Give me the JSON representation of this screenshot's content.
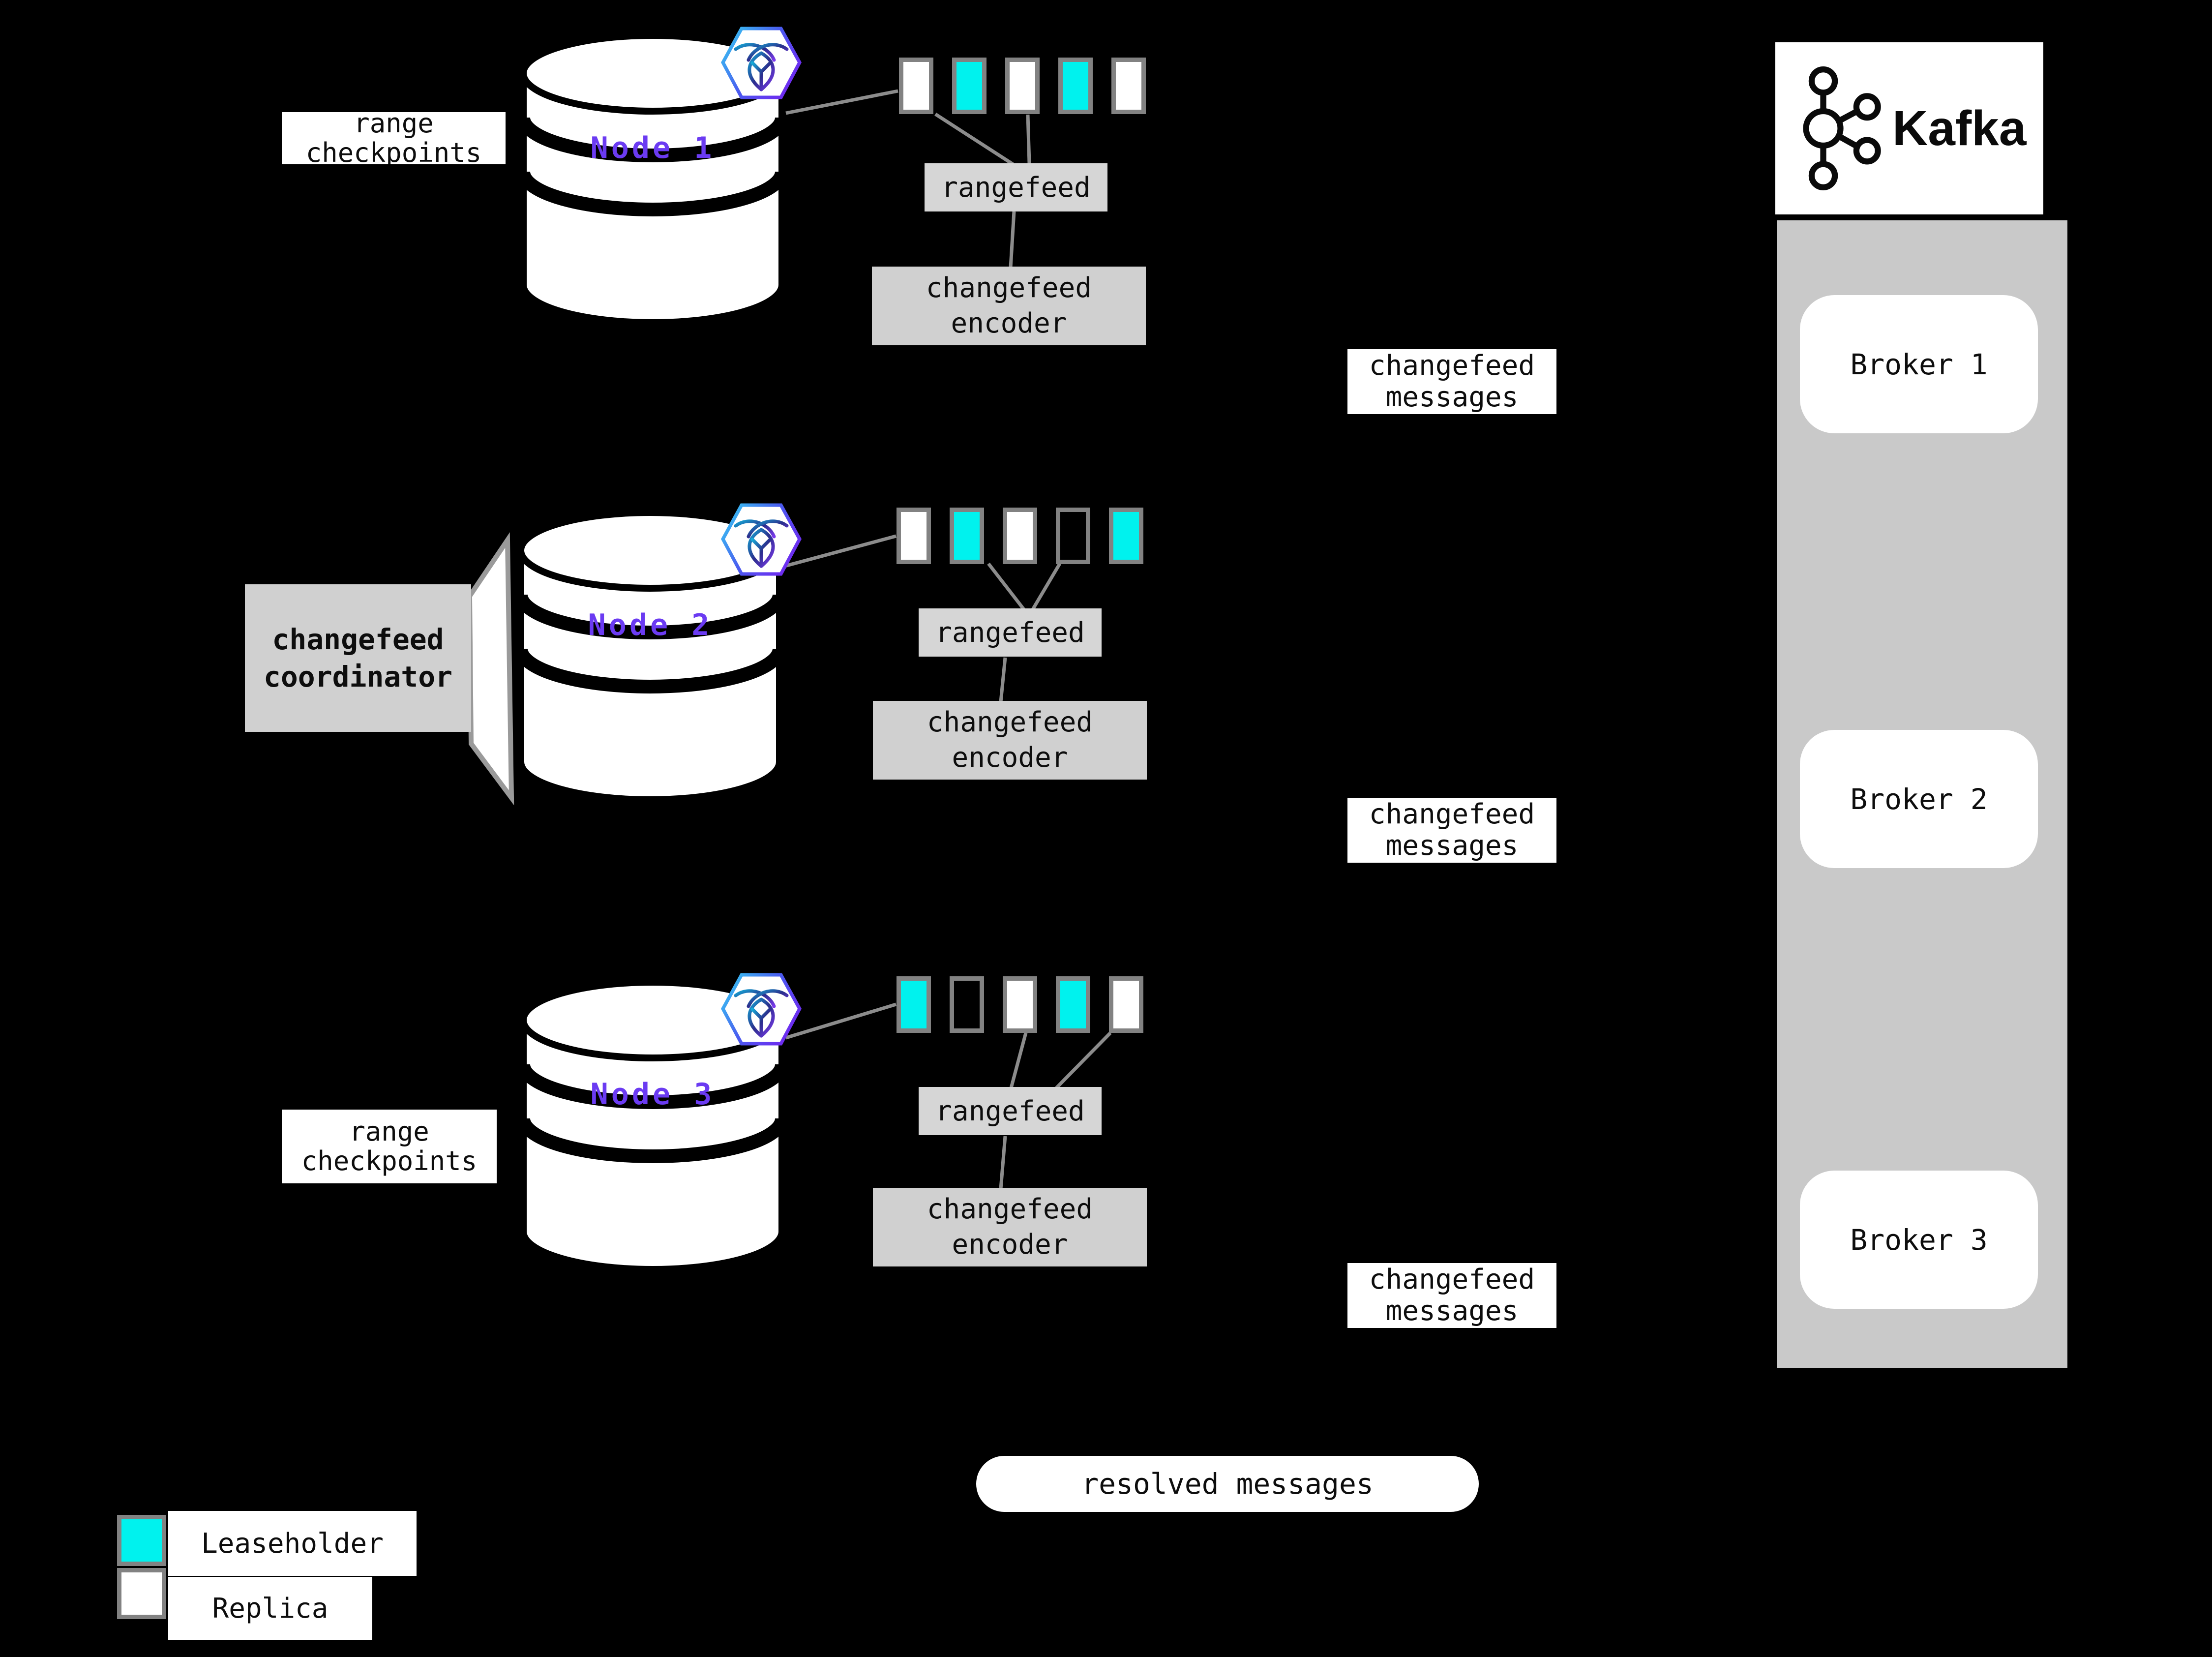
{
  "colors": {
    "background": "#000000",
    "accent_purple": "#6B3BF2",
    "leaseholder_cyan": "#00F2EE",
    "panel_gray": "#C9C9C9",
    "box_gray": "#D2D2D2",
    "line_gray": "#8C8C8C"
  },
  "legend": {
    "leaseholder": "Leaseholder",
    "replica": "Replica"
  },
  "kafka": {
    "title": "Kafka",
    "brokers": [
      "Broker 1",
      "Broker 2",
      "Broker 3"
    ]
  },
  "nodes": [
    {
      "label": "Node 1",
      "rangefeed": "rangefeed",
      "encoder_line1": "changefeed",
      "encoder_line2": "encoder",
      "replicas": [
        "replica",
        "leaseholder",
        "replica",
        "leaseholder",
        "replica"
      ]
    },
    {
      "label": "Node 2",
      "rangefeed": "rangefeed",
      "encoder_line1": "changefeed",
      "encoder_line2": "encoder",
      "replicas": [
        "replica",
        "leaseholder",
        "replica",
        "empty",
        "leaseholder"
      ]
    },
    {
      "label": "Node 3",
      "rangefeed": "rangefeed",
      "encoder_line1": "changefeed",
      "encoder_line2": "encoder",
      "replicas": [
        "leaseholder",
        "empty",
        "replica",
        "leaseholder",
        "replica"
      ]
    }
  ],
  "labels": {
    "range_checkpoints_line1": "range",
    "range_checkpoints_line2": "checkpoints",
    "coordinator_line1": "changefeed",
    "coordinator_line2": "coordinator",
    "messages_line1": "changefeed",
    "messages_line2": "messages",
    "resolved_messages": "resolved messages"
  }
}
